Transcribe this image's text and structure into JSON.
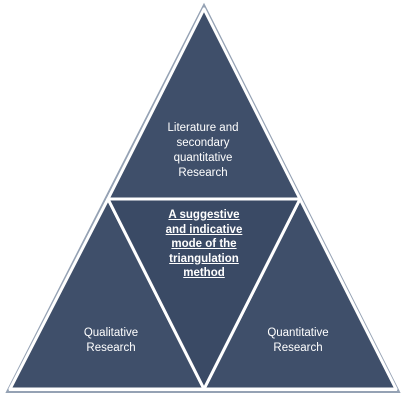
{
  "triangles": {
    "top": {
      "label": "Literature and\nsecondary\nquantitative\nResearch"
    },
    "left": {
      "label": "Qualitative\nResearch"
    },
    "right": {
      "label": "Quantitative\nResearch"
    },
    "center": {
      "label": "A suggestive\nand indicative\nmode of the\ntriangulation\nmethod"
    }
  },
  "colors": {
    "fill": "#3f4f6a",
    "center_fill": "#3a4a65",
    "stroke": "#ffffff",
    "outline": "#95a2b4",
    "text": "#ffffff"
  }
}
